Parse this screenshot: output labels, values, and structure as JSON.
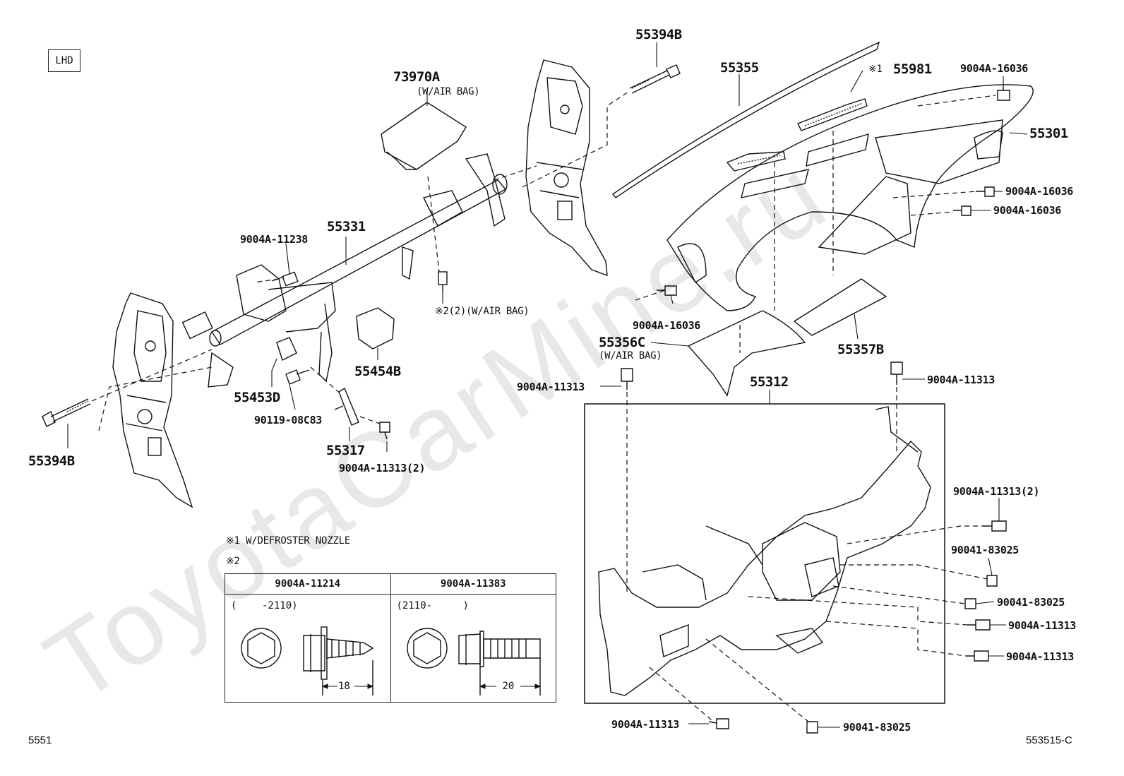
{
  "page": {
    "region_tag": "LHD",
    "page_code_left": "5551",
    "page_code_right": "553515-C"
  },
  "parts": {
    "bolt_top": "55394B",
    "bolt_left": "55394B",
    "airbag": "73970A",
    "airbag_note": "(W/AIR BAG)",
    "instr_panel": "55355",
    "defroster_mark": "※1",
    "defroster": "55981",
    "bolt_tr": "9004A-16036",
    "panel_main": "55301",
    "screw_r1": "9004A-16036",
    "screw_r2": "9004A-16036",
    "reinforcement": "55331",
    "bolt_11238": "9004A-11238",
    "note2_airbag": "※2(2)(W/AIR BAG)",
    "screw_mid": "9004A-16036",
    "pad_c": "55356C",
    "pad_c_note": "(W/AIR BAG)",
    "pad_b": "55357B",
    "bracket_b": "55454B",
    "bracket_d": "55453D",
    "screw_08c83": "90119-08C83",
    "brace": "55317",
    "bolt_11313x2": "9004A-11313(2)",
    "bolt_11313_left": "9004A-11313",
    "lower_panel": "55312",
    "bolt_11313_right": "9004A-11313",
    "bolt_11313x2_right": "9004A-11313(2)",
    "nut_83025_a": "90041-83025",
    "nut_83025_b": "90041-83025",
    "bolt_11313_r1": "9004A-11313",
    "bolt_11313_r2": "9004A-11313",
    "bolt_11313_bottom": "9004A-11313",
    "nut_83025_bottom": "90041-83025"
  },
  "notes": {
    "note1": "※1 W/DEFROSTER NOZZLE",
    "note2": "※2"
  },
  "table": {
    "col1_header": "9004A-11214",
    "col2_header": "9004A-11383",
    "col1_range_open": "(",
    "col1_range_end": "-2110)",
    "col2_range": "(2110-",
    "col2_range_close": ")",
    "col1_length": "18",
    "col2_length": "20"
  },
  "watermark": "ToyotaCarMine.ru"
}
